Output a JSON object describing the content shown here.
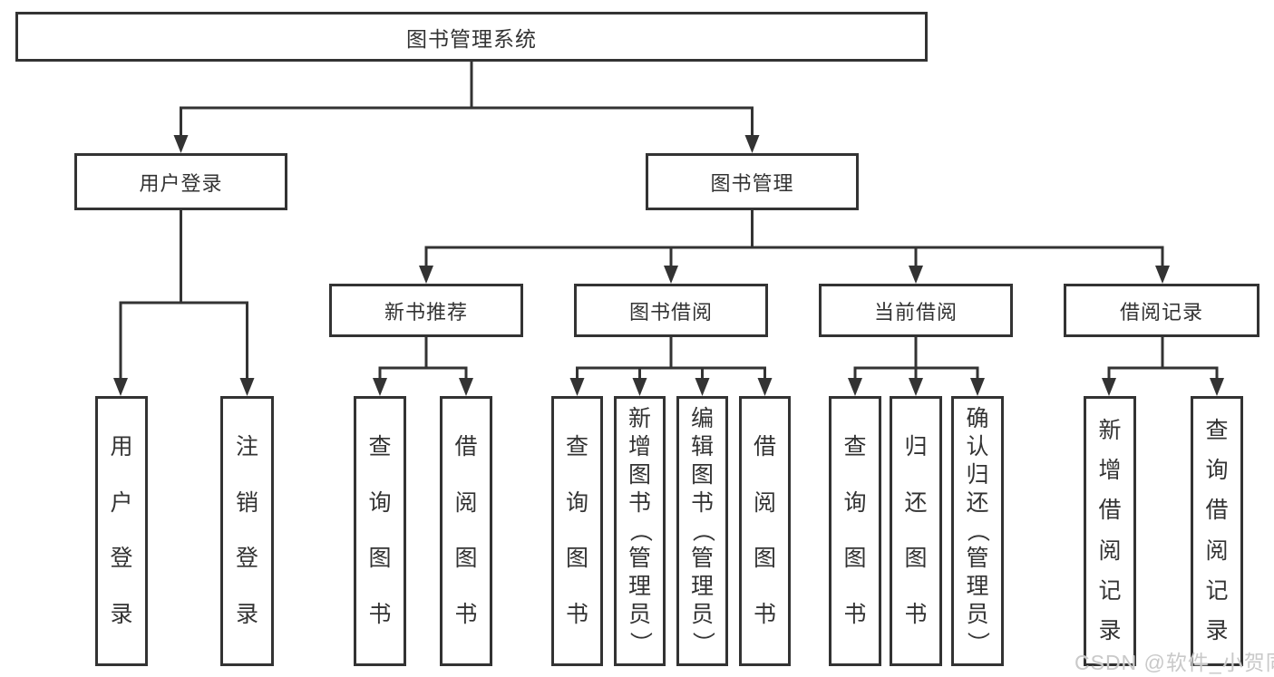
{
  "diagram": {
    "root_label": "图书管理系统",
    "level2": [
      {
        "label": "用户登录",
        "children": [
          "用户登录",
          "注销登录"
        ]
      },
      {
        "label": "图书管理"
      }
    ],
    "level3": [
      {
        "label": "新书推荐",
        "children": [
          "查询图书",
          "借阅图书"
        ]
      },
      {
        "label": "图书借阅",
        "children": [
          "查询图书",
          "新增图书（管理员）",
          "编辑图书（管理员）",
          "借阅图书"
        ]
      },
      {
        "label": "当前借阅",
        "children": [
          "查询图书",
          "归还图书",
          "确认归还（管理员）"
        ]
      },
      {
        "label": "借阅记录",
        "children": [
          "新增借阅记录",
          "查询借阅记录"
        ]
      }
    ]
  },
  "watermark": {
    "text": "CSDN @软件_小贺同学"
  },
  "colors": {
    "line": "#333333",
    "text": "#333333",
    "background": "#ffffff",
    "watermark": "#c9c9c9"
  }
}
